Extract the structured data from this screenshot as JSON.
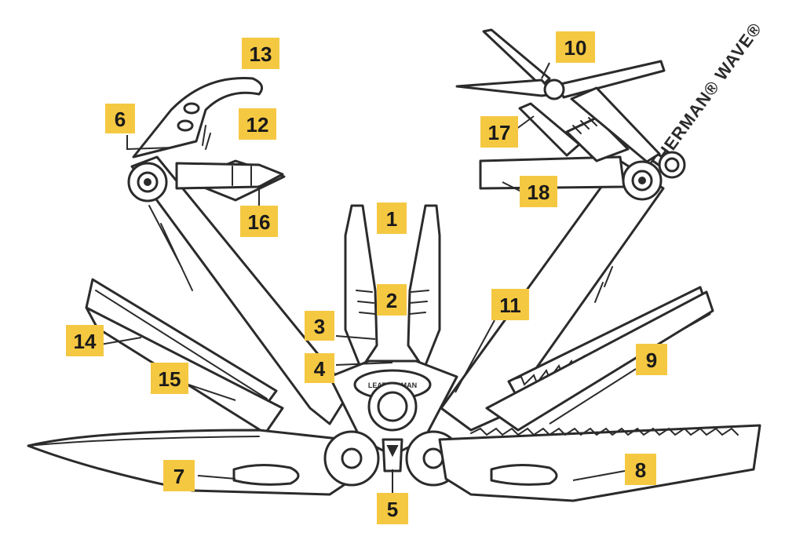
{
  "diagram": {
    "brand_text": "LEATHERMAN® WAVE®",
    "pivot_brand_text": "LEATHERMAN",
    "callout_color": "#f5c842",
    "line_color": "#2b2b2b",
    "callouts": [
      {
        "label": "1"
      },
      {
        "label": "2"
      },
      {
        "label": "3"
      },
      {
        "label": "4"
      },
      {
        "label": "5"
      },
      {
        "label": "6"
      },
      {
        "label": "7"
      },
      {
        "label": "8"
      },
      {
        "label": "9"
      },
      {
        "label": "10"
      },
      {
        "label": "11"
      },
      {
        "label": "12"
      },
      {
        "label": "13"
      },
      {
        "label": "14"
      },
      {
        "label": "15"
      },
      {
        "label": "16"
      },
      {
        "label": "17"
      },
      {
        "label": "18"
      }
    ]
  }
}
